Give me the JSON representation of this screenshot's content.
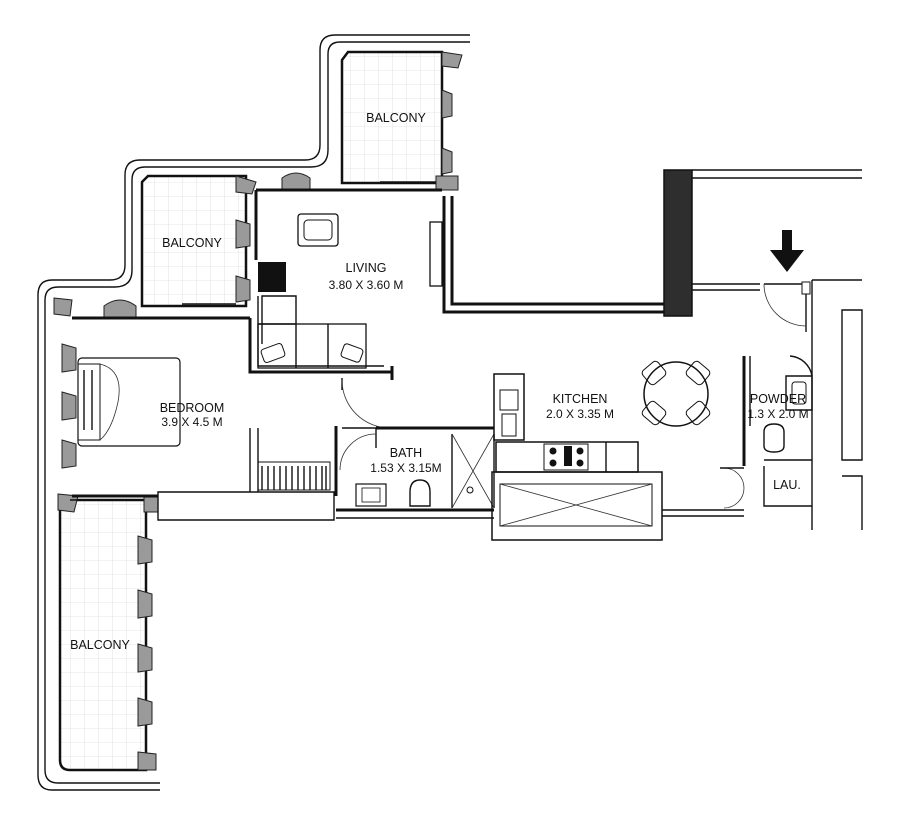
{
  "rooms": {
    "balcony_top": {
      "name": "BALCONY"
    },
    "balcony_left": {
      "name": "BALCONY"
    },
    "balcony_bottom": {
      "name": "BALCONY"
    },
    "living": {
      "name": "LIVING",
      "size": "3.80 X 3.60 M"
    },
    "bedroom": {
      "name": "BEDROOM",
      "size": "3.9 X 4.5 M"
    },
    "kitchen": {
      "name": "KITCHEN",
      "size": "2.0 X 3.35 M"
    },
    "bath": {
      "name": "BATH",
      "size": "1.53 X 3.15M"
    },
    "powder": {
      "name": "POWDER",
      "size": "1.3 X 2.0 M"
    },
    "laundry": {
      "name": "LAU."
    }
  },
  "icons": {
    "entrance": "arrow-down-icon"
  },
  "colors": {
    "wall": "#111111",
    "column": "#9a9a9a",
    "structural_wall": "#2e2e2e",
    "tile_grid": "#cfcfcf"
  }
}
